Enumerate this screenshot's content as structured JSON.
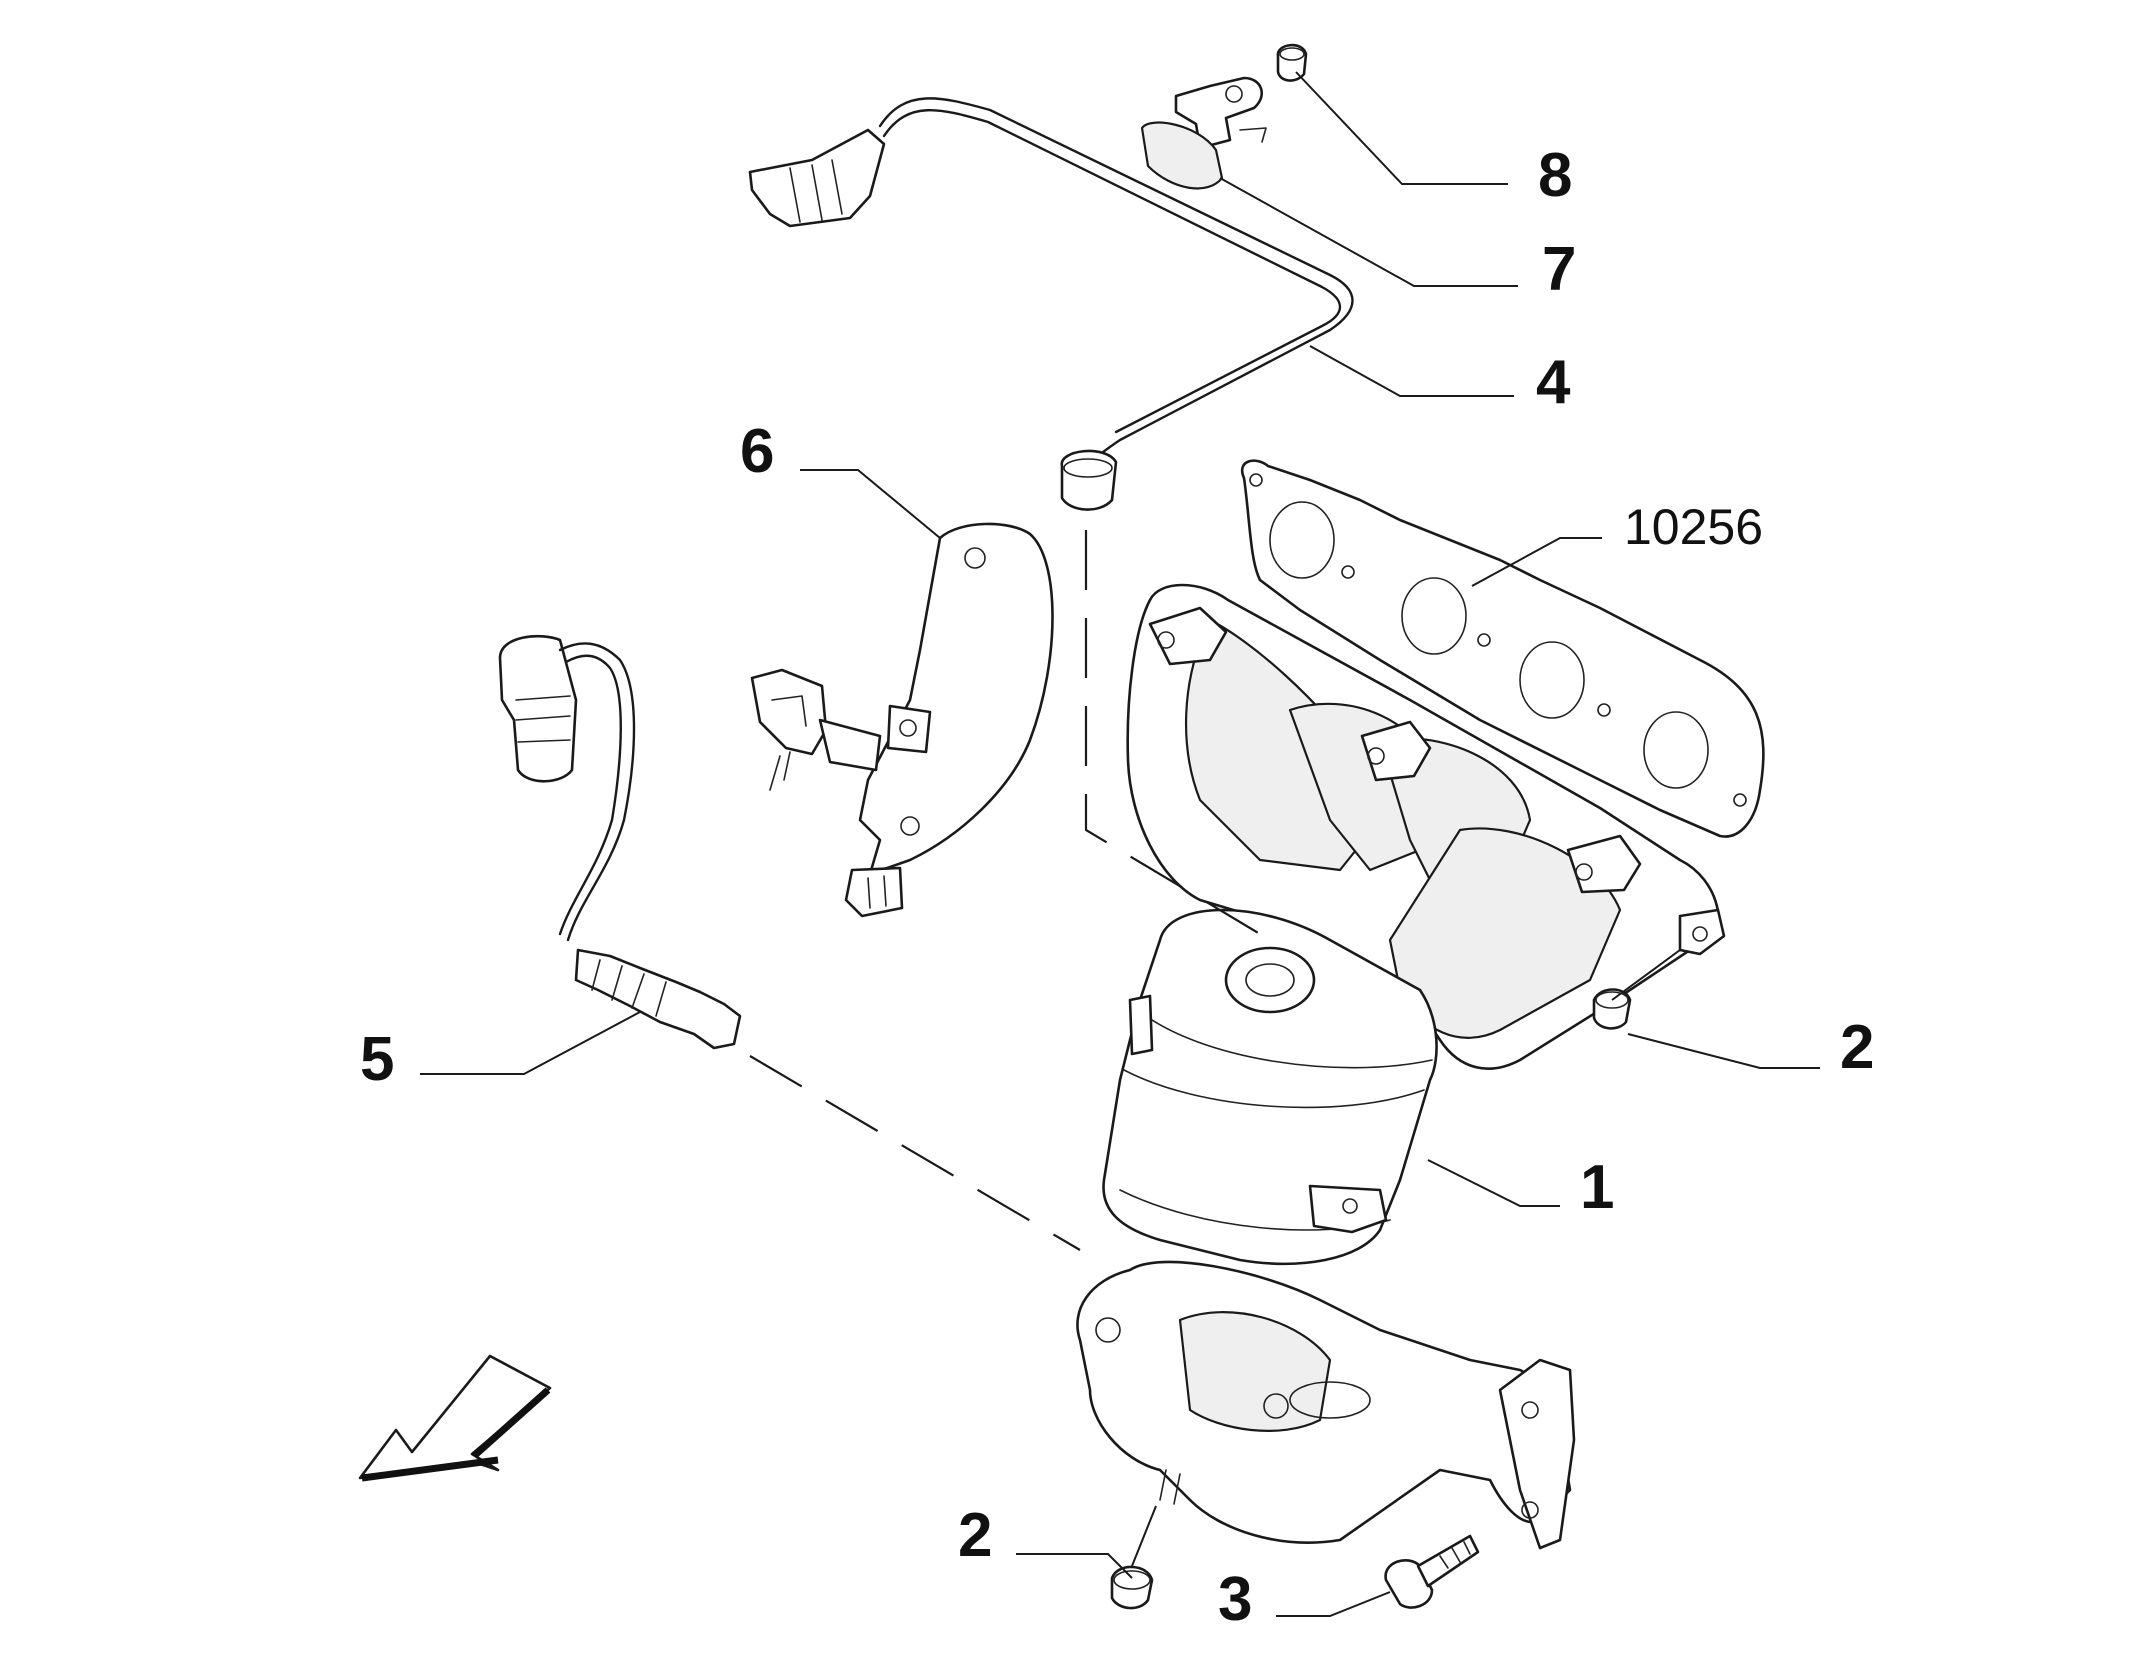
{
  "callouts": {
    "c1": "1",
    "c2a": "2",
    "c2b": "2",
    "c3": "3",
    "c4": "4",
    "c5": "5",
    "c6": "6",
    "c7": "7",
    "c8": "8",
    "ref": "10256"
  },
  "colors": {
    "line": "#1a1a1a",
    "background": "#ffffff"
  }
}
